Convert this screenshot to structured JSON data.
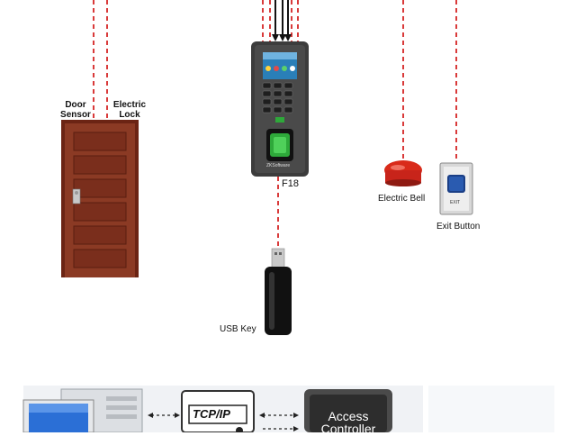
{
  "labels": {
    "door_sensor_line1": "Door",
    "door_sensor_line2": "Sensor",
    "electric_lock_line1": "Electric",
    "electric_lock_line2": "Lock",
    "f18": "F18",
    "electric_bell": "Electric Bell",
    "exit_button": "Exit Button",
    "usb_key": "USB Key",
    "tcp_ip": "TCP/IP",
    "access_controller_line1": "Access",
    "access_controller_line2": "Controller",
    "device_brand": "ZKSoftware",
    "exit_text": "EXIT"
  },
  "colors": {
    "wire": "#d93a3a",
    "door": "#7a2e1c",
    "door_panel": "#8b3a24",
    "device_body": "#3c3c3c",
    "fingerprint": "#2ea83a",
    "bell": "#d92b1a",
    "usb": "#111111"
  },
  "icons": {
    "door": "door-icon",
    "device": "fingerprint-terminal-icon",
    "bell": "electric-bell-icon",
    "exit": "exit-button-icon",
    "usb": "usb-key-icon",
    "computer": "computer-icon"
  }
}
